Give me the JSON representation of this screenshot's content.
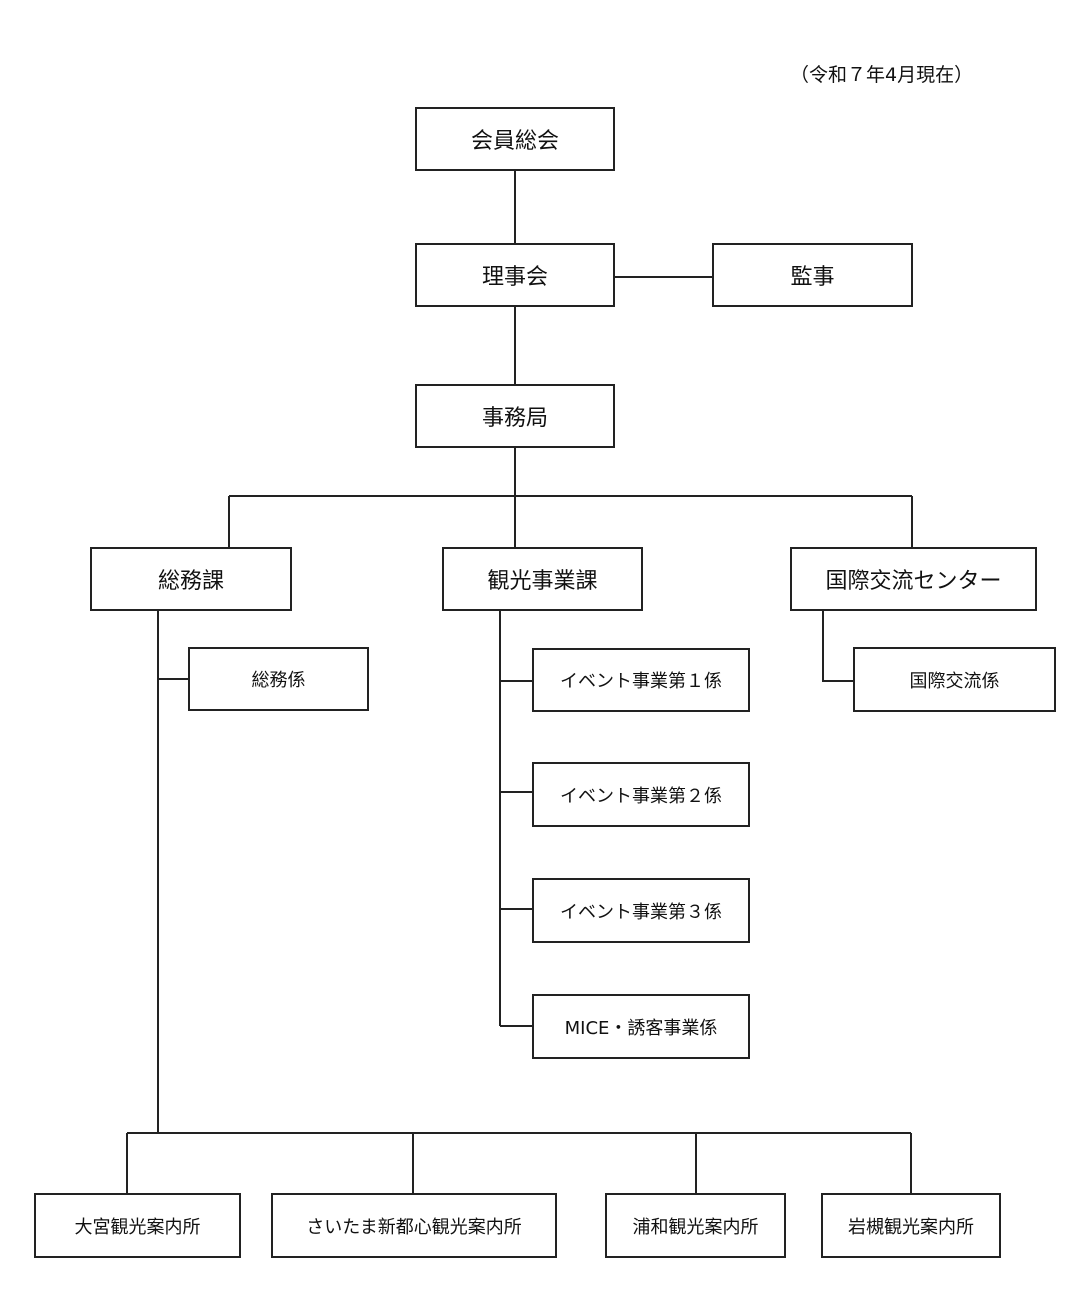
{
  "as_of_note": "（令和７年4月現在）",
  "org": {
    "general_assembly": "会員総会",
    "board": "理事会",
    "auditor": "監事",
    "secretariat": "事務局",
    "general_affairs_division": {
      "label": "総務課",
      "sections": [
        "総務係"
      ],
      "offices": [
        "大宮観光案内所",
        "さいたま新都心観光案内所",
        "浦和観光案内所",
        "岩槻観光案内所"
      ]
    },
    "tourism_division": {
      "label": "観光事業課",
      "sections": [
        "イベント事業第１係",
        "イベント事業第２係",
        "イベント事業第３係",
        "MICE・誘客事業係"
      ]
    },
    "international_center": {
      "label": "国際交流センター",
      "sections": [
        "国際交流係"
      ]
    }
  }
}
